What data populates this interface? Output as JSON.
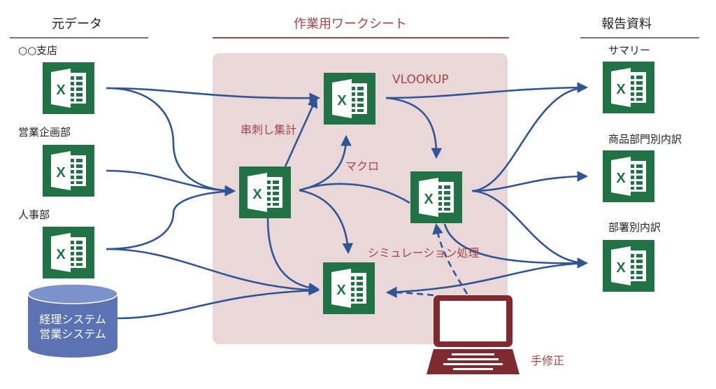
{
  "headers": {
    "source": "元データ",
    "worksheet": "作業用ワークシート",
    "report": "報告資料"
  },
  "sources": {
    "branch": "○○支店",
    "sales_planning": "営業企画部",
    "hr": "人事部"
  },
  "database": {
    "line1": "経理システム",
    "line2": "営業システム"
  },
  "processes": {
    "vlookup": "VLOOKUP",
    "skewer": "串刺し集計",
    "macro": "マクロ",
    "simulation": "シミュレーション処理",
    "manual": "手修正"
  },
  "reports": {
    "summary": "サマリー",
    "product_breakdown": "商品部門別内訳",
    "department_breakdown": "部署別内訳"
  },
  "colors": {
    "excel_green": "#217346",
    "arrow_blue": "#2f5597",
    "accent_red": "#a0454a",
    "worksheet_bg": "#ead8d9",
    "db_blue": "#5b73b3",
    "laptop": "#7f2a2e"
  }
}
